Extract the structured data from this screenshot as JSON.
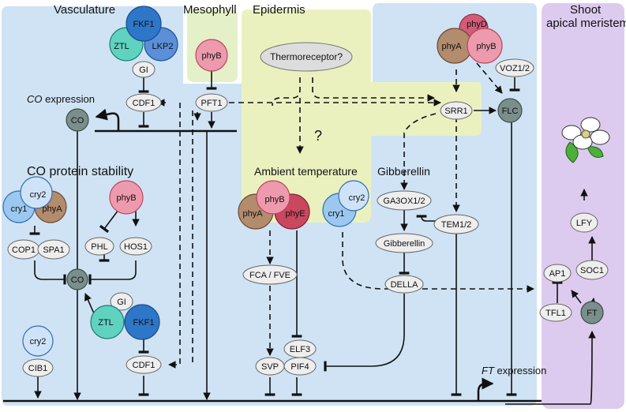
{
  "regions": {
    "vasculature": "Vasculature",
    "mesophyll": "Mesophyll",
    "epidermis": "Epidermis",
    "shoot_apical_meristem_1": "Shoot",
    "shoot_apical_meristem_2": "apical meristem"
  },
  "labels": {
    "co_expression_gene": "CO",
    "co_expression_suffix": " expression",
    "co_protein_stability": "CO protein stability",
    "ambient_temperature": "Ambient temperature",
    "gibberellin_title": "Gibberellin",
    "question": "?",
    "ft_expression_gene": "FT",
    "ft_expression_suffix": " expression"
  },
  "nodes": {
    "fkf1_top": "FKF1",
    "ztl_top": "ZTL",
    "lkp2": "LKP2",
    "gi_top": "GI",
    "cdf1_top": "CDF1",
    "phyb_meso": "phyB",
    "pft1": "PFT1",
    "thermoreceptor": "Thermoreceptor?",
    "phyd": "phyD",
    "phya_top": "phyA",
    "phyb_top": "phyB",
    "voz": "VOZ1/2",
    "srr1": "SRR1",
    "flc": "FLC",
    "co_top": "CO",
    "cry2_a": "cry2",
    "cry1_a": "cry1",
    "phya_a": "phyA",
    "phyb_co": "phyB",
    "cop1": "COP1",
    "spa1": "SPA1",
    "phl": "PHL",
    "hos1": "HOS1",
    "co_mid": "CO",
    "gi_mid": "GI",
    "ztl_mid": "ZTL",
    "fkf1_mid": "FKF1",
    "cdf1_bot": "CDF1",
    "cry2_b": "cry2",
    "cib1": "CIB1",
    "phyb_amb": "phyB",
    "phya_amb": "phyA",
    "phye": "phyE",
    "cry2_c": "cry2",
    "cry1_c": "cry1",
    "fca": "FCA / FVE",
    "svp": "SVP",
    "elf3": "ELF3",
    "pif4": "PIF4",
    "ga3ox": "GA3OX1/2",
    "gibberellin": "Gibberellin",
    "della": "DELLA",
    "tem": "TEM1/2",
    "lfy": "LFY",
    "ap1": "AP1",
    "soc1": "SOC1",
    "tfl1": "TFL1",
    "ft": "FT"
  },
  "colors": {
    "vasculature_bg": "#cfe3f4",
    "mesophyll_bg": "#e4f0c8",
    "epidermis_bg": "#eaf1bf",
    "meristem_bg": "#dccbee",
    "node_fill": "#eeeeee",
    "co_fill": "#7a8f8c",
    "fkf1": "#2e76c8",
    "ztl": "#5fd3c0",
    "lkp2": "#5b8fd8",
    "phyb": "#ee9aae",
    "phya": "#b38b6d",
    "phyd": "#d45a78",
    "phye": "#c9475f",
    "cry": "#9cc8ef"
  },
  "icons": {
    "flower": "flower-icon"
  }
}
